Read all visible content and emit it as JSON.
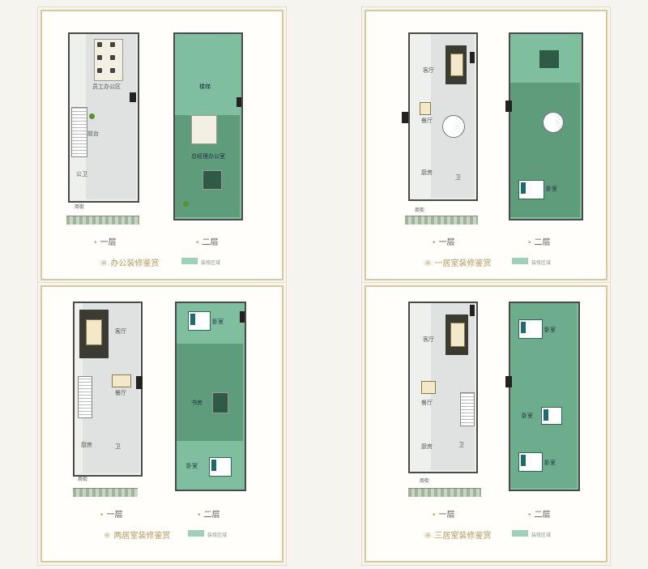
{
  "panels": {
    "office": {
      "caption": "办公装修鉴赏",
      "floor1_label": "一层",
      "floor2_label": "二层",
      "f1_rooms": [
        "员工办公区",
        "前台",
        "公卫"
      ],
      "f2_rooms": [
        "楼梯",
        "总经理办公室"
      ],
      "street_label": "商街"
    },
    "onebed": {
      "caption": "一居室装修鉴赏",
      "floor1_label": "一层",
      "floor2_label": "二层",
      "f1_rooms": [
        "客厅",
        "餐厅",
        "厨房",
        "卫"
      ],
      "f2_rooms": [
        "卧室"
      ],
      "street_label": "商街"
    },
    "twobed": {
      "caption": "两居室装修鉴赏",
      "floor1_label": "一层",
      "floor2_label": "二层",
      "f1_rooms": [
        "客厅",
        "餐厅",
        "厨房",
        "卫"
      ],
      "f2_rooms": [
        "卧室",
        "书房",
        "卧室"
      ],
      "street_label": "商街"
    },
    "threebed": {
      "caption": "三居室装修鉴赏",
      "floor1_label": "一层",
      "floor2_label": "二层",
      "f1_rooms": [
        "客厅",
        "餐厅",
        "厨房",
        "卫"
      ],
      "f2_rooms": [
        "卧室",
        "卧室",
        "卧室"
      ],
      "street_label": "商街"
    }
  },
  "legend_text": "装修区域",
  "caption_mark": "※",
  "colors": {
    "panel_border": "#d7c8a4",
    "floor2_green": "#7fbf9f",
    "caption_gold": "#b39a5c"
  }
}
